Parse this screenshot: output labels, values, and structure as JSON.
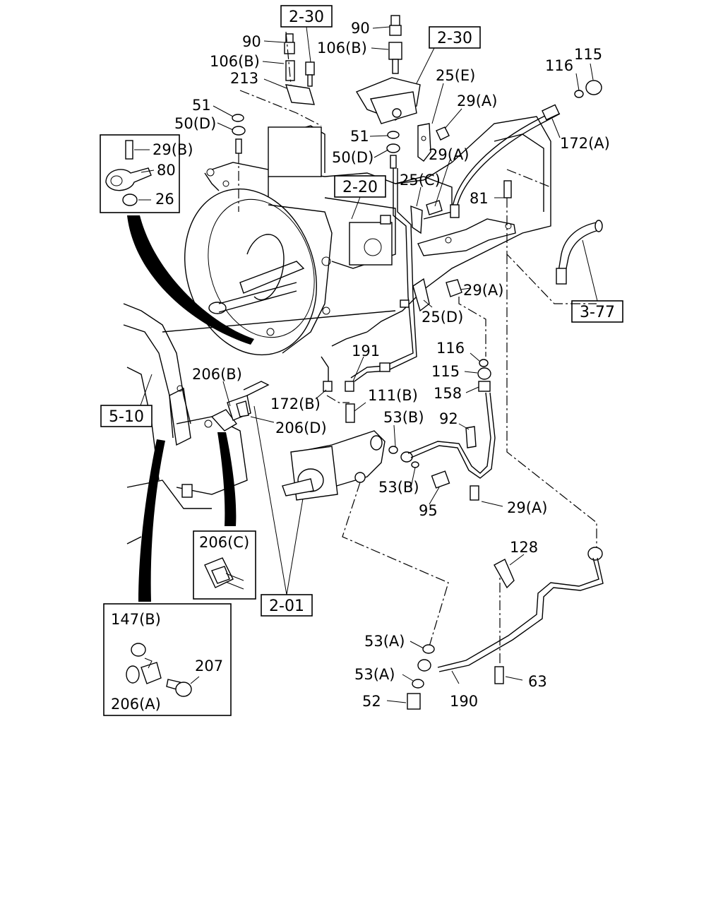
{
  "references": {
    "ref_2_30_left": "2-30",
    "ref_2_30_right": "2-30",
    "ref_2_20": "2-20",
    "ref_3_77": "3-77",
    "ref_5_10": "5-10",
    "ref_2_01": "2-01"
  },
  "callouts": {
    "c90_left": "90",
    "c106b_left": "106(B)",
    "c213": "213",
    "c51_left": "51",
    "c50d_left": "50(D)",
    "c90_right": "90",
    "c106b_right": "106(B)",
    "c51_right": "51",
    "c50d_right": "50(D)",
    "c25e": "25(E)",
    "c29a_1": "29(A)",
    "c29a_2": "29(A)",
    "c116_top": "116",
    "c115_top": "115",
    "c172a": "172(A)",
    "c25c": "25(C)",
    "c81": "81",
    "c29a_3": "29(A)",
    "c25d": "25(D)",
    "c191": "191",
    "c116_mid": "116",
    "c115_mid": "115",
    "c158": "158",
    "c206b": "206(B)",
    "c172b": "172(B)",
    "c111b": "111(B)",
    "c206d": "206(D)",
    "c53b_1": "53(B)",
    "c92": "92",
    "c53b_2": "53(B)",
    "c95": "95",
    "c29a_4": "29(A)",
    "c206c": "206(C)",
    "c128": "128",
    "c53a_1": "53(A)",
    "c53a_2": "53(A)",
    "c52": "52",
    "c190": "190",
    "c63": "63"
  },
  "inset_top_left": {
    "c29b": "29(B)",
    "c80": "80",
    "c26": "26"
  },
  "inset_bottom_left": {
    "c147b": "147(B)",
    "c207": "207",
    "c206a": "206(A)"
  }
}
